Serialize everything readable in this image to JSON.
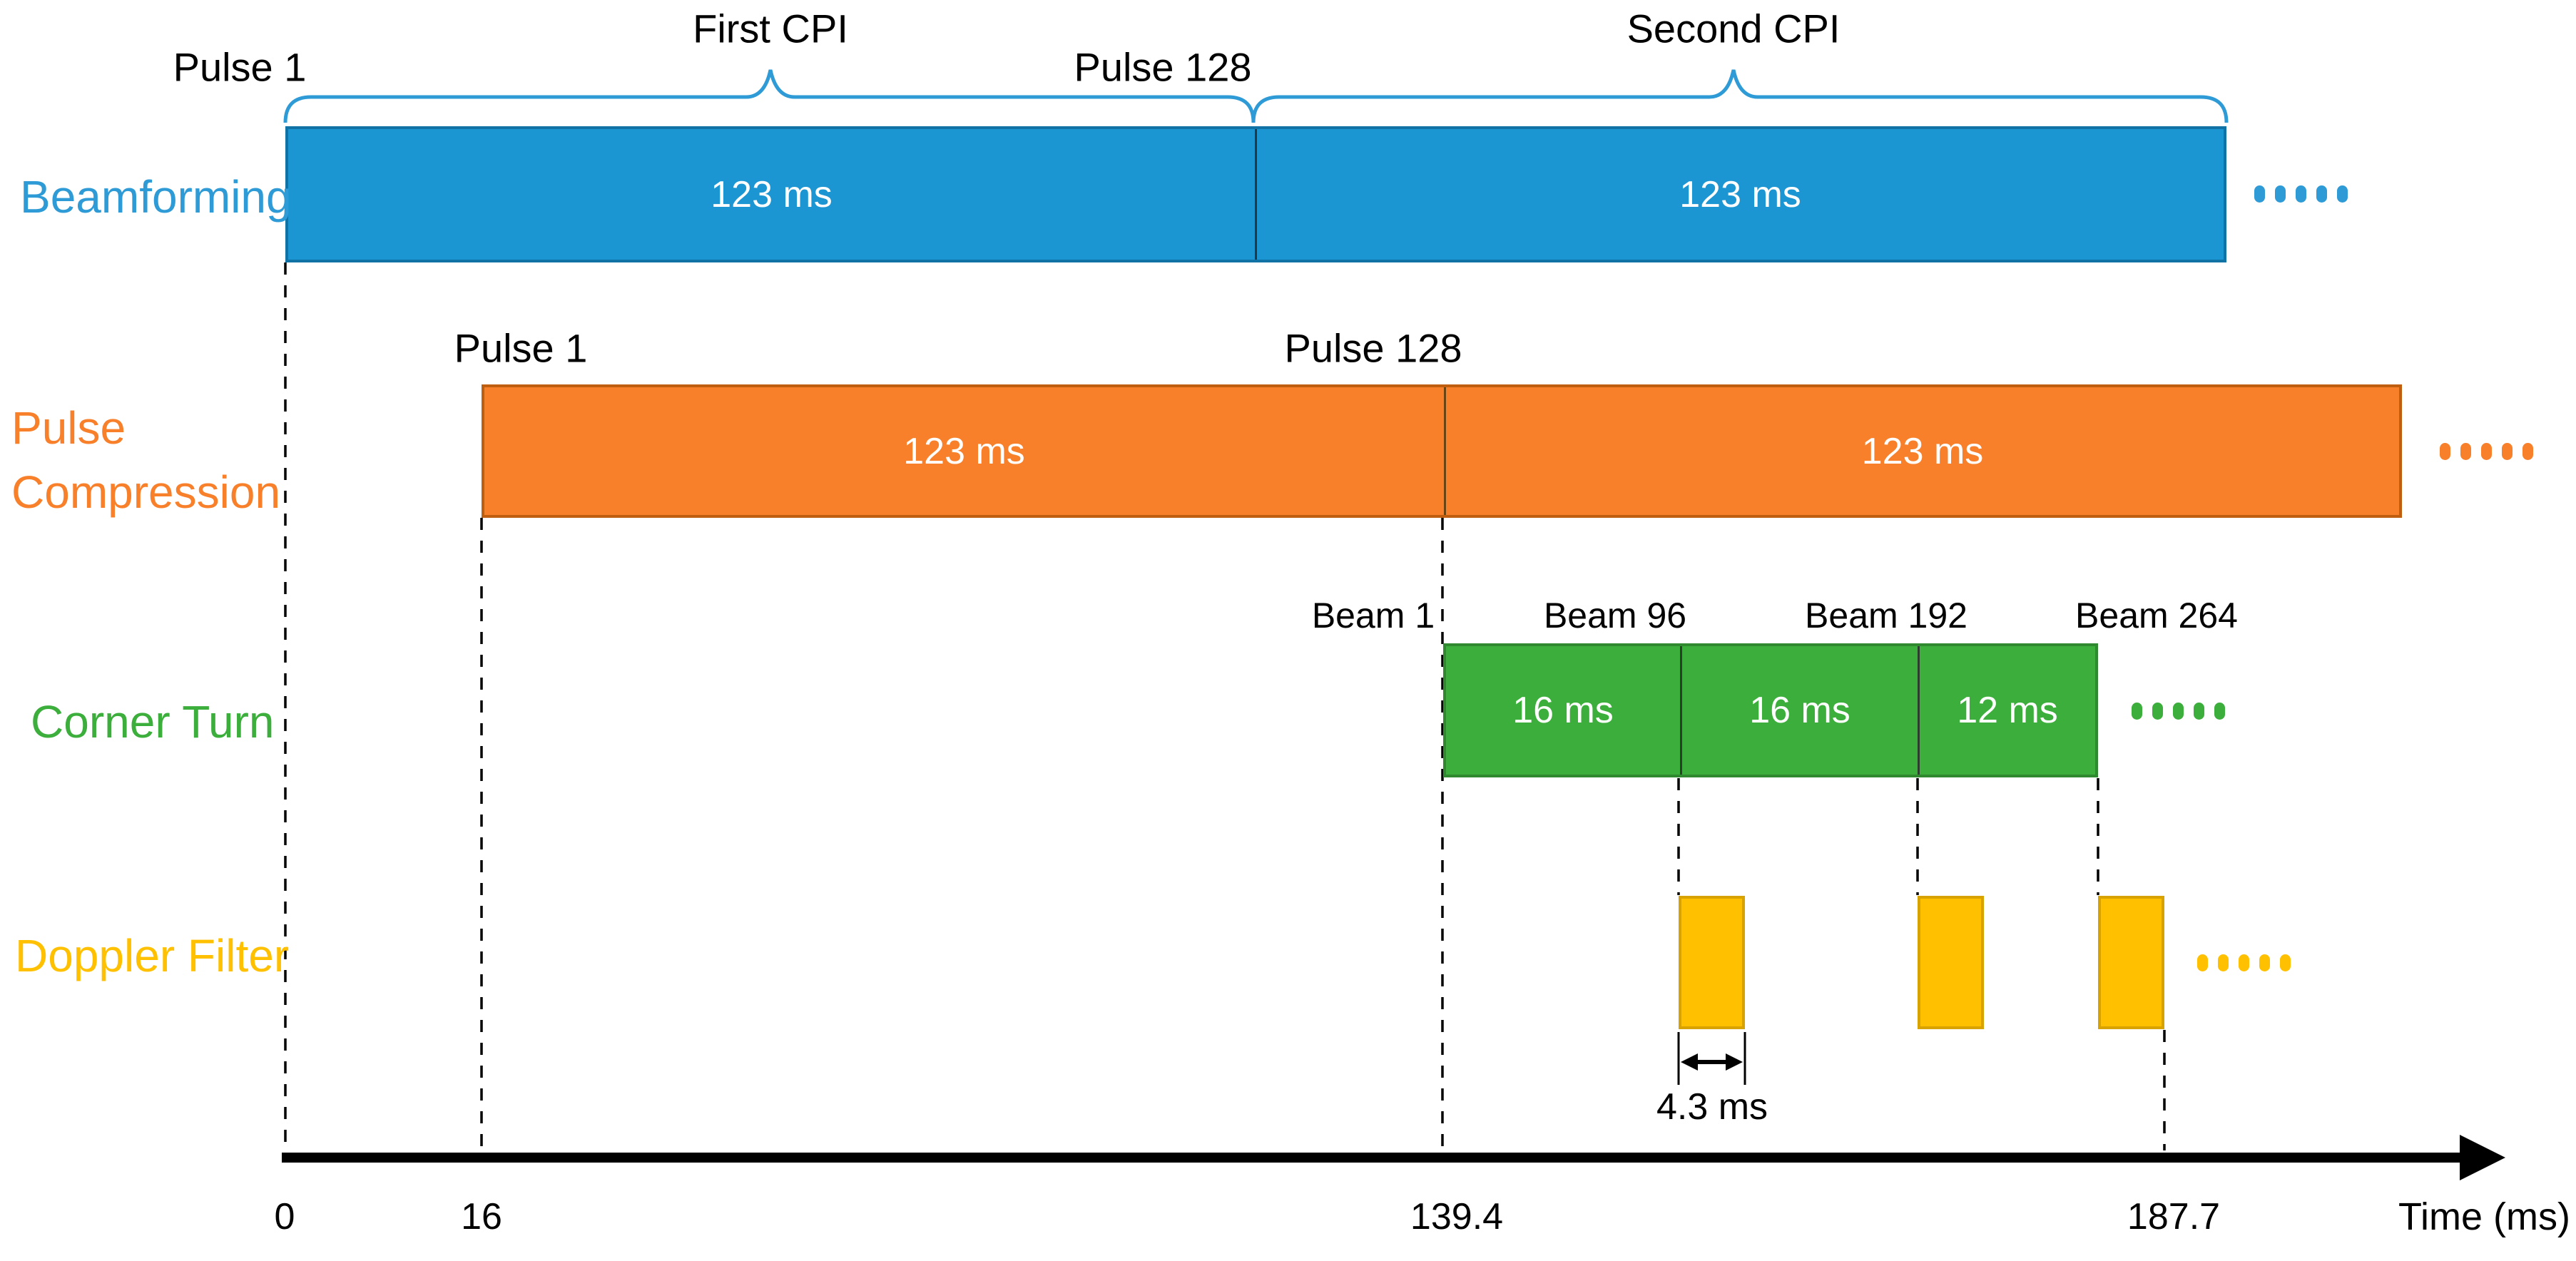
{
  "braces": {
    "first_cpi": "First CPI",
    "second_cpi": "Second CPI"
  },
  "beamforming": {
    "row_label": "Beamforming",
    "pulse_start_label": "Pulse 1",
    "pulse_end_label": "Pulse 128",
    "segments": [
      "123 ms",
      "123 ms"
    ]
  },
  "pulse_compression": {
    "row_label": [
      "Pulse",
      "Compression"
    ],
    "pulse_start_label": "Pulse 1",
    "pulse_end_label": "Pulse 128",
    "segments": [
      "123 ms",
      "123 ms"
    ]
  },
  "corner_turn": {
    "row_label": "Corner Turn",
    "beam_labels": [
      "Beam 1",
      "Beam 96",
      "Beam 192",
      "Beam 264"
    ],
    "segments": [
      "16 ms",
      "16 ms",
      "12 ms"
    ]
  },
  "doppler_filter": {
    "row_label": "Doppler Filter",
    "pulse_width_label": "4.3 ms"
  },
  "axis": {
    "tick_labels": [
      "0",
      "16",
      "139.4",
      "187.7"
    ],
    "axis_label": "Time (ms)"
  },
  "colors": {
    "blue_fill": "#1B96D3",
    "blue_border": "#1172A5",
    "blue_accent": "#2E9BD6",
    "orange_fill": "#F8802B",
    "orange_border": "#BF5E0F",
    "green_fill": "#3CAE3C",
    "green_border": "#2F8A2F",
    "gold_fill": "#FFC000",
    "gold_border": "#D8A300",
    "text": "#000000",
    "bar_text": "#FFFFFF"
  }
}
